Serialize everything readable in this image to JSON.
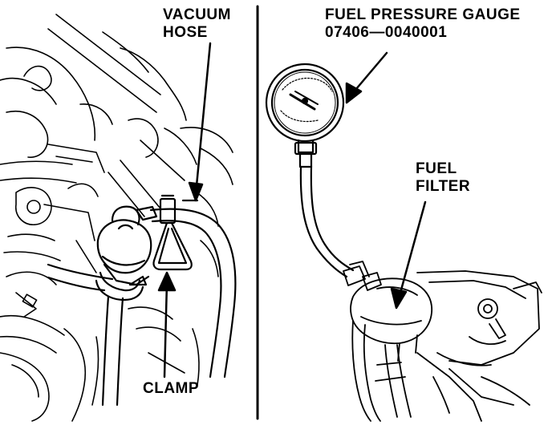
{
  "labels": {
    "vacuum_hose": [
      "VACUUM",
      "HOSE"
    ],
    "clamp": "CLAMP",
    "fuel_pressure_gauge": [
      "FUEL PRESSURE GAUGE",
      "07406—0040001"
    ],
    "fuel_filter": [
      "FUEL",
      "FILTER"
    ]
  },
  "colors": {
    "ink": "#000000",
    "paper": "#ffffff"
  }
}
